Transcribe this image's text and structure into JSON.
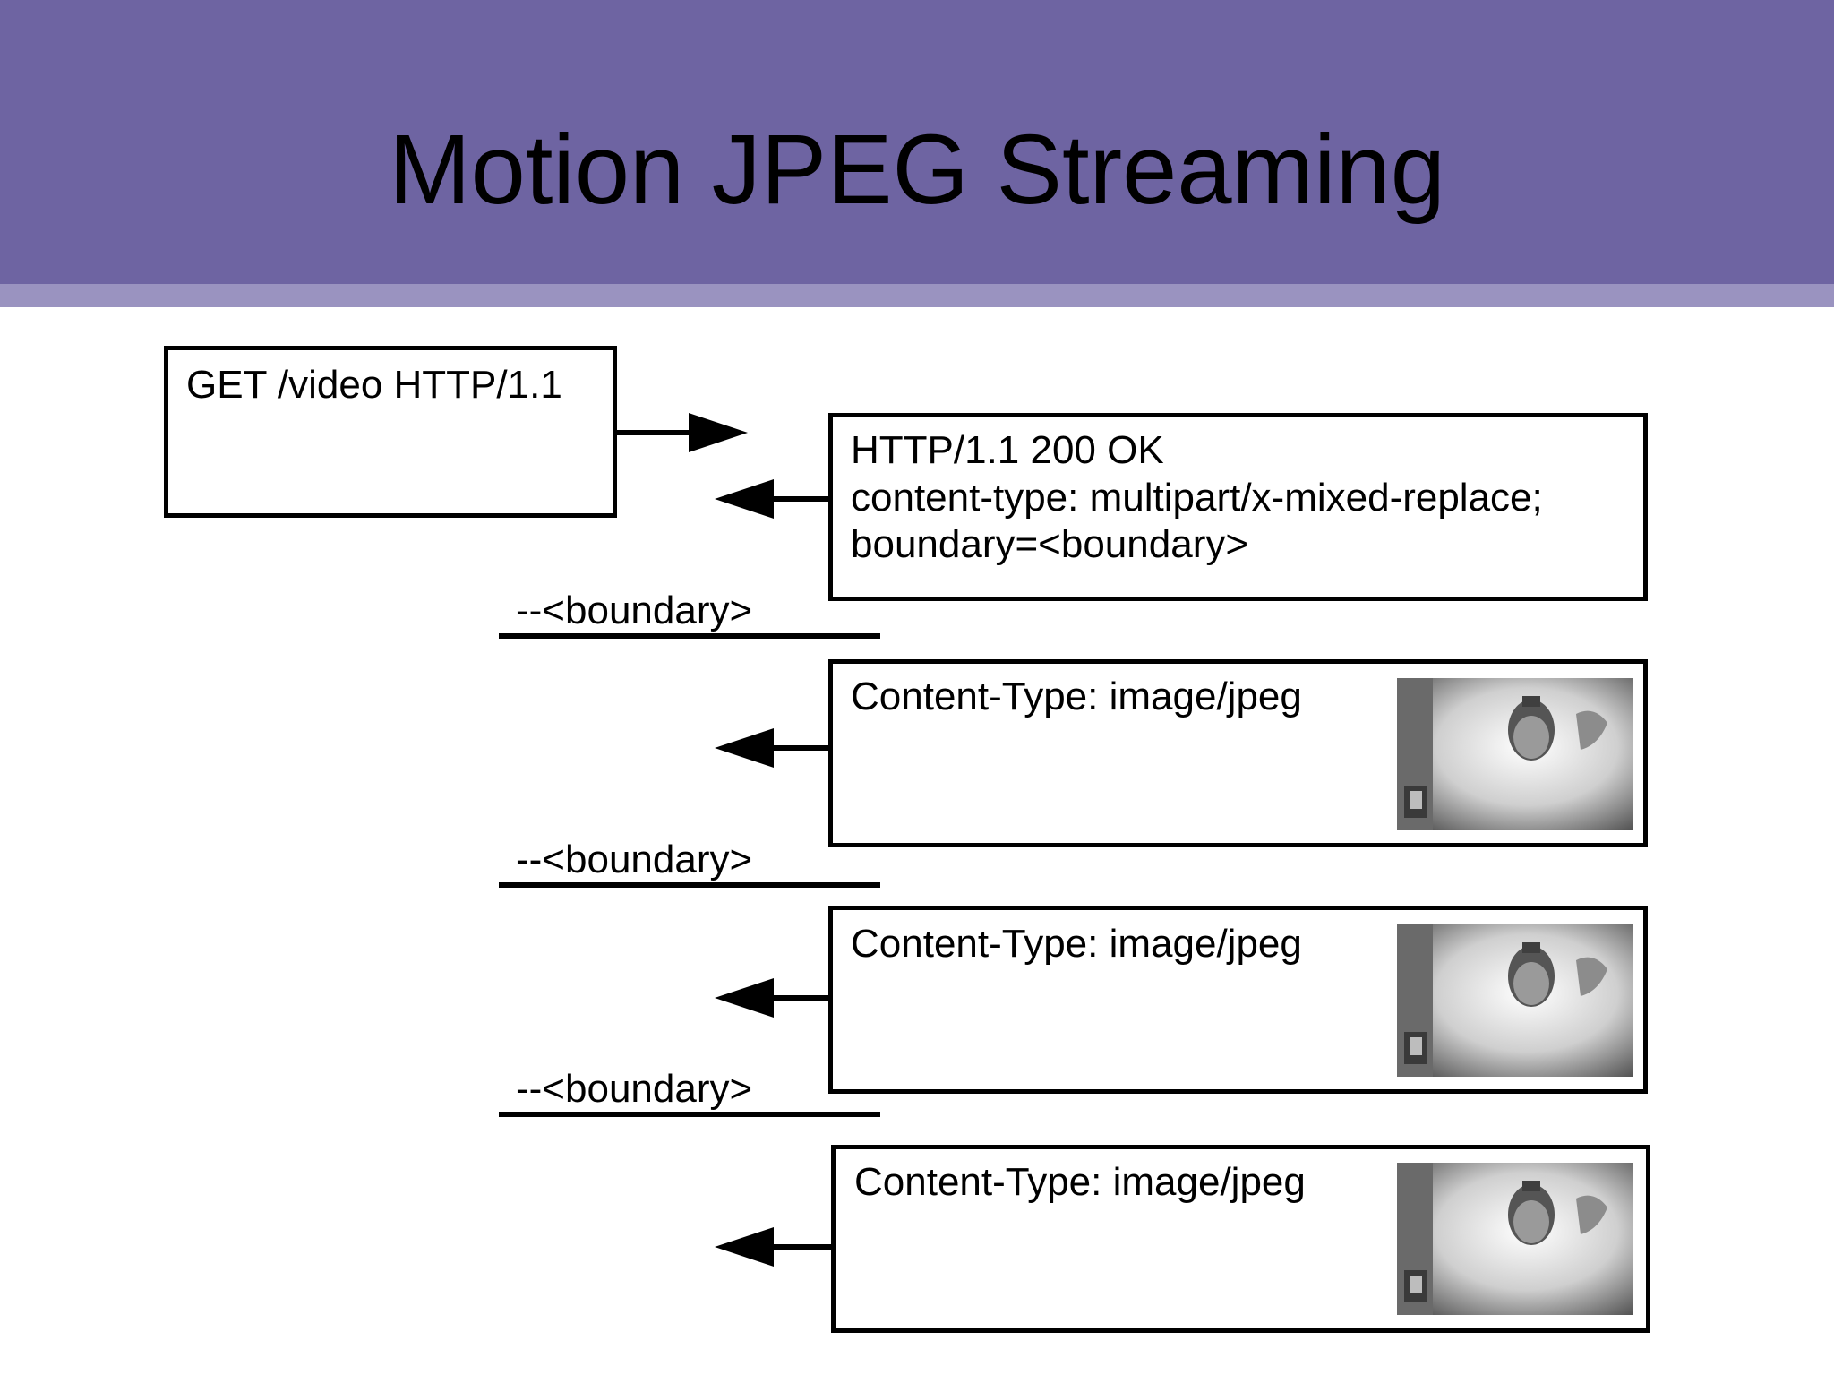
{
  "slide": {
    "title": "Motion JPEG Streaming"
  },
  "request": {
    "text": "GET /video HTTP/1.1"
  },
  "response": {
    "line1": "HTTP/1.1 200 OK",
    "line2": "content-type: multipart/x-mixed-replace;",
    "line3": "boundary=<boundary>"
  },
  "boundaries": [
    {
      "label": "--<boundary>"
    },
    {
      "label": "--<boundary>"
    },
    {
      "label": "--<boundary>"
    }
  ],
  "parts": [
    {
      "header": "Content-Type: image/jpeg",
      "image": "webcam-frame-thumbnail"
    },
    {
      "header": "Content-Type: image/jpeg",
      "image": "webcam-frame-thumbnail"
    },
    {
      "header": "Content-Type: image/jpeg",
      "image": "webcam-frame-thumbnail"
    }
  ],
  "colors": {
    "header_bg": "#6e64a2",
    "header_stripe": "#9a93c0"
  }
}
